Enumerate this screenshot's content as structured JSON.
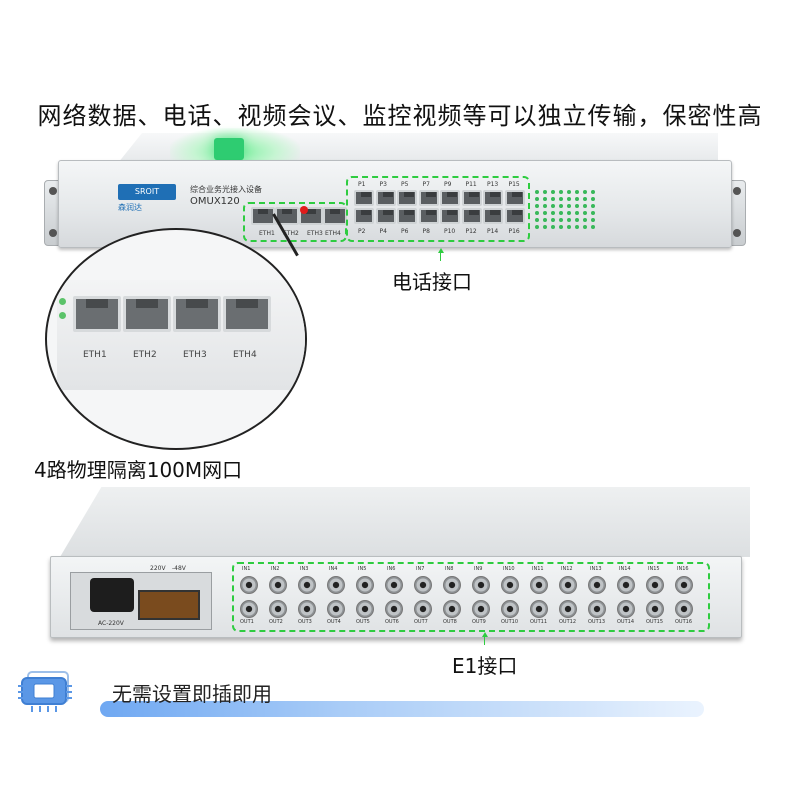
{
  "headline": "网络数据、电话、视频会议、监控视频等可以独立传输，保密性高",
  "device": {
    "brand": "SROIT",
    "brand_cn": "森润达",
    "title": "综合业务光接入设备",
    "model": "OMUX120"
  },
  "eth_ports_small": [
    "ETH1",
    "ETH2",
    "ETH3",
    "ETH4"
  ],
  "phone_ports_top": [
    "P1",
    "P3",
    "P5",
    "P7",
    "P9",
    "P11",
    "P13",
    "P15"
  ],
  "phone_ports_bottom": [
    "P2",
    "P4",
    "P6",
    "P8",
    "P10",
    "P12",
    "P14",
    "P16"
  ],
  "zoom_labels": [
    "ETH1",
    "ETH2",
    "ETH3",
    "ETH4"
  ],
  "captions": {
    "phone": "电话接口",
    "eth": "4路物理隔离100M网口",
    "e1": "E1接口"
  },
  "rear": {
    "power_labels": [
      "220V",
      "-48V",
      "AC-220V"
    ],
    "e1_in": [
      "IN1",
      "IN2",
      "IN3",
      "IN4",
      "IN5",
      "IN6",
      "IN7",
      "IN8",
      "IN9",
      "IN10",
      "IN11",
      "IN12",
      "IN13",
      "IN14",
      "IN15",
      "IN16"
    ],
    "e1_out": [
      "OUT1",
      "OUT2",
      "OUT3",
      "OUT4",
      "OUT5",
      "OUT6",
      "OUT7",
      "OUT8",
      "OUT9",
      "OUT10",
      "OUT11",
      "OUT12",
      "OUT13",
      "OUT14",
      "OUT15",
      "OUT16"
    ]
  },
  "slogan": "无需设置即插即用",
  "colors": {
    "highlight": "#2ecc40",
    "brand": "#1f6fb5",
    "pointer": "#e01b1b",
    "bar": "#6fa8f2"
  }
}
